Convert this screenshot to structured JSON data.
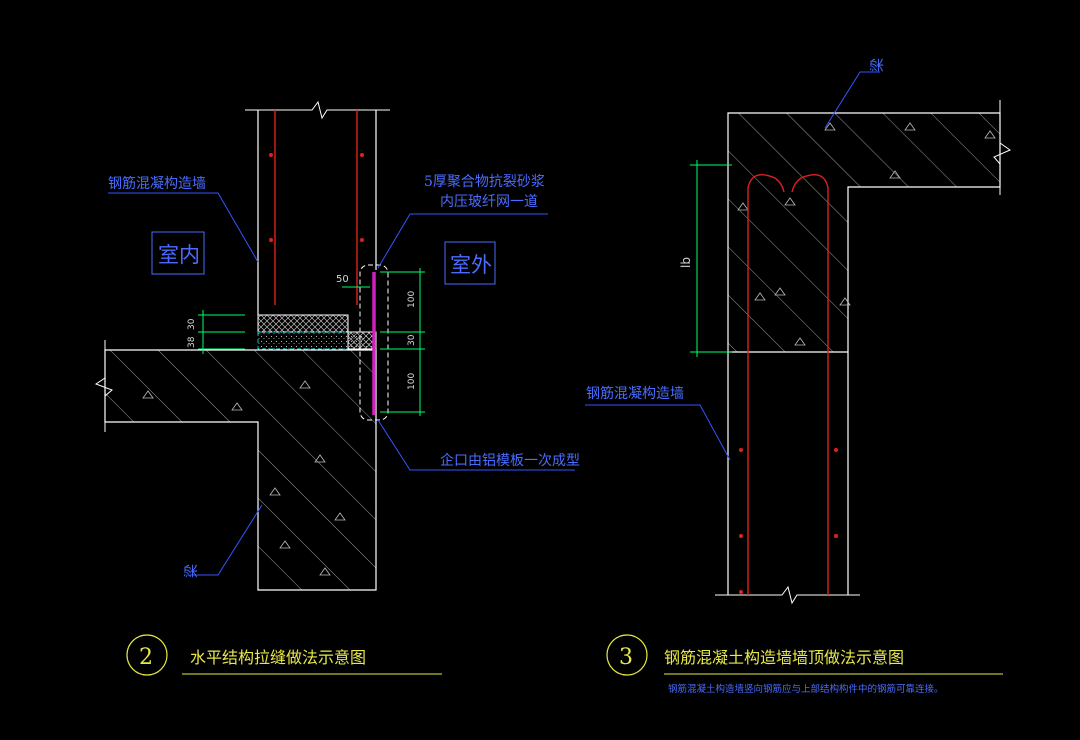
{
  "colors": {
    "background": "#000000",
    "outline": "#ffffff",
    "rebar": "#e02020",
    "leader": "#3355ff",
    "label": "#4a6cff",
    "title": "#e8e84a",
    "dimension": "#00ff66",
    "hatch": "#9a9a9a",
    "magenta": "#d020c0",
    "cyan": "#00c8c8"
  },
  "fig2": {
    "wall_label": "钢筋混凝构造墙",
    "indoor_label": "室内",
    "outdoor_label": "室外",
    "mortar_line1": "5厚聚合物抗裂砂浆",
    "mortar_line2": "内压玻纤网一道",
    "joint_label": "企口由铝模板一次成型",
    "beam_label": "梁",
    "dim_50": "50",
    "dim_100_top": "100",
    "dim_30_right": "30",
    "dim_100_bottom": "100",
    "dim_30_left": "30",
    "dim_38": "38",
    "number": "2",
    "title": "水平结构拉缝做法示意图"
  },
  "fig3": {
    "beam_label": "梁",
    "wall_label": "钢筋混凝构造墙",
    "dim_lb": "lb",
    "number": "3",
    "title": "钢筋混凝土构造墙墙顶做法示意图",
    "note": "钢筋混凝土构造墙竖向钢筋应与上部结构构件中的钢筋可靠连接。"
  }
}
